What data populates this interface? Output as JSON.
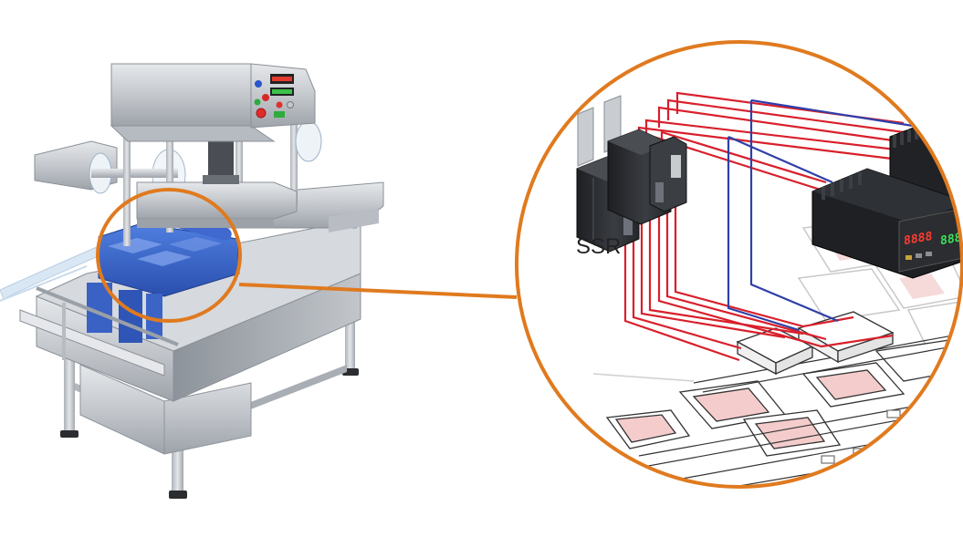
{
  "labels": {
    "ssr": "SSR"
  },
  "controller": {
    "display_red": "8888",
    "display_green": "888"
  },
  "colors": {
    "accent_orange": "#e07a1f",
    "wire_red": "#d8202c",
    "wire_blue": "#2f3fa8",
    "tray_blue": "#3560c8",
    "steel": "#c9cdd2"
  }
}
